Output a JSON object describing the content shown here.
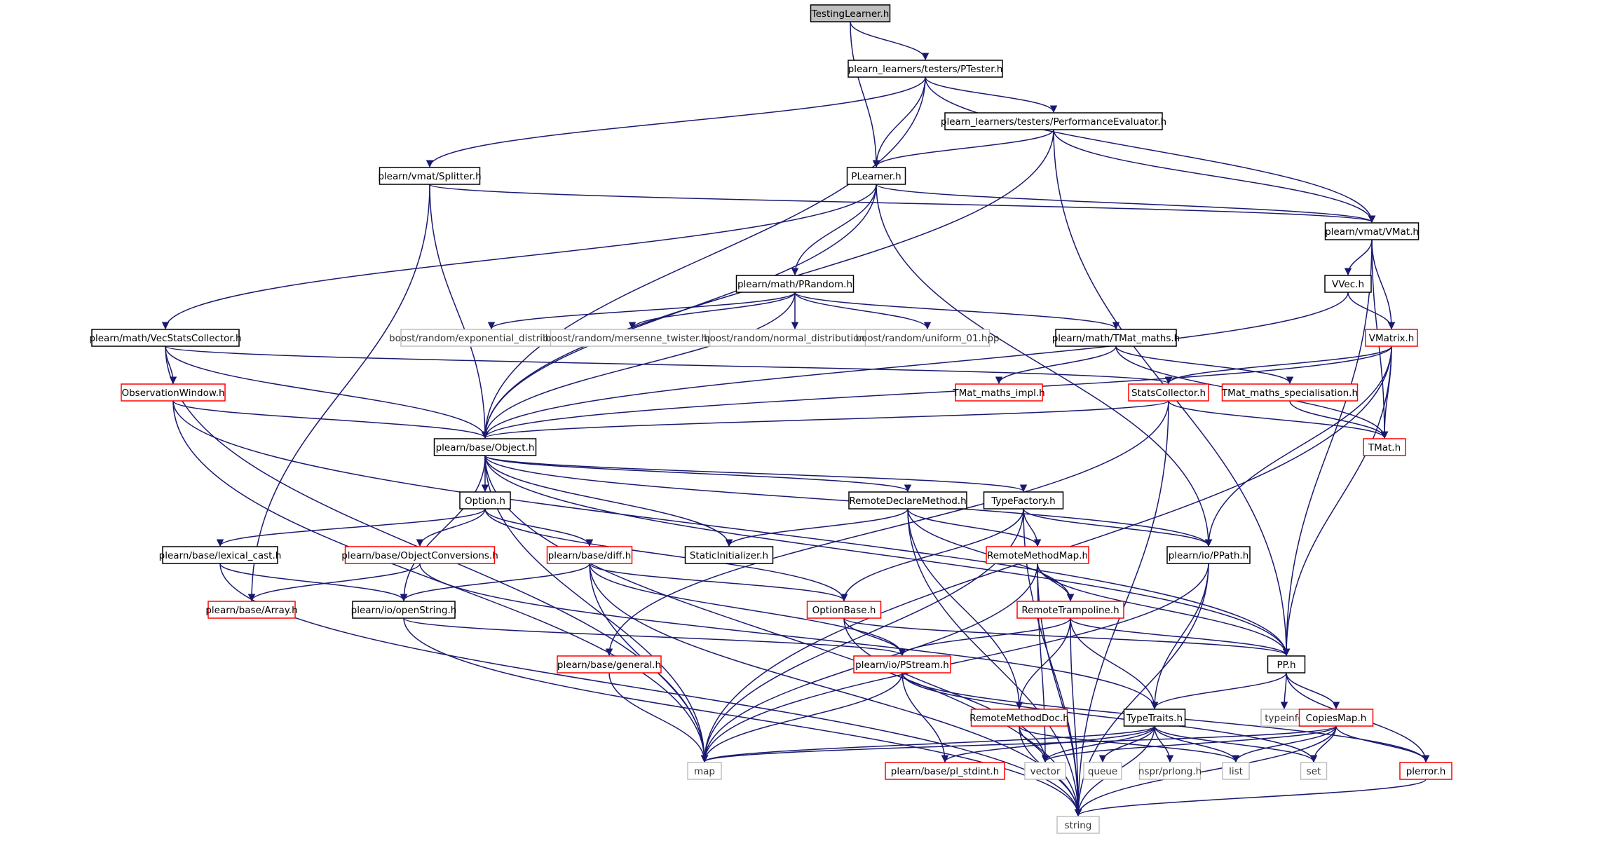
{
  "diagram": {
    "title": "TestingLearner.h",
    "colors": {
      "edge": "#191970",
      "border_normal": "#000000",
      "border_truncated": "#ff0000",
      "border_external": "#bfbfbf",
      "fill_root": "#bfbfbf",
      "fill_default": "#ffffff",
      "text_normal": "#000000",
      "text_external": "#333333"
    },
    "nodes": [
      {
        "id": "TestingLearner",
        "label": "TestingLearner.h",
        "kind": "root"
      },
      {
        "id": "PTester",
        "label": "plearn_learners/testers/PTester.h",
        "kind": "normal"
      },
      {
        "id": "PerfEval",
        "label": "plearn_learners/testers/PerformanceEvaluator.h",
        "kind": "normal"
      },
      {
        "id": "Splitter",
        "label": "plearn/vmat/Splitter.h",
        "kind": "normal"
      },
      {
        "id": "PLearner",
        "label": "PLearner.h",
        "kind": "normal"
      },
      {
        "id": "VMat",
        "label": "plearn/vmat/VMat.h",
        "kind": "normal"
      },
      {
        "id": "VVec",
        "label": "VVec.h",
        "kind": "normal"
      },
      {
        "id": "PRandom",
        "label": "plearn/math/PRandom.h",
        "kind": "normal"
      },
      {
        "id": "VecStats",
        "label": "plearn/math/VecStatsCollector.h",
        "kind": "normal"
      },
      {
        "id": "bExp",
        "label": "boost/random/exponential_distribution.hpp",
        "kind": "external"
      },
      {
        "id": "bMers",
        "label": "boost/random/mersenne_twister.hpp",
        "kind": "external"
      },
      {
        "id": "bNorm",
        "label": "boost/random/normal_distribution.hpp",
        "kind": "external"
      },
      {
        "id": "bUni",
        "label": "boost/random/uniform_01.hpp",
        "kind": "external"
      },
      {
        "id": "TMatMaths",
        "label": "plearn/math/TMat_maths.h",
        "kind": "normal"
      },
      {
        "id": "VMatrix",
        "label": "VMatrix.h",
        "kind": "truncated"
      },
      {
        "id": "ObsWin",
        "label": "ObservationWindow.h",
        "kind": "truncated"
      },
      {
        "id": "TMatImpl",
        "label": "TMat_maths_impl.h",
        "kind": "truncated"
      },
      {
        "id": "StatsColl",
        "label": "StatsCollector.h",
        "kind": "truncated"
      },
      {
        "id": "TMatSpec",
        "label": "TMat_maths_specialisation.h",
        "kind": "truncated"
      },
      {
        "id": "TMat",
        "label": "TMat.h",
        "kind": "truncated"
      },
      {
        "id": "Object",
        "label": "plearn/base/Object.h",
        "kind": "normal"
      },
      {
        "id": "Option",
        "label": "Option.h",
        "kind": "normal"
      },
      {
        "id": "RemoteDecl",
        "label": "RemoteDeclareMethod.h",
        "kind": "normal"
      },
      {
        "id": "TypeFactory",
        "label": "TypeFactory.h",
        "kind": "normal"
      },
      {
        "id": "LexCast",
        "label": "plearn/base/lexical_cast.h",
        "kind": "normal"
      },
      {
        "id": "ObjConv",
        "label": "plearn/base/ObjectConversions.h",
        "kind": "truncated"
      },
      {
        "id": "Diff",
        "label": "plearn/base/diff.h",
        "kind": "truncated"
      },
      {
        "id": "StaticInit",
        "label": "StaticInitializer.h",
        "kind": "normal"
      },
      {
        "id": "RemoteMap",
        "label": "RemoteMethodMap.h",
        "kind": "truncated"
      },
      {
        "id": "PPath",
        "label": "plearn/io/PPath.h",
        "kind": "normal"
      },
      {
        "id": "Array",
        "label": "plearn/base/Array.h",
        "kind": "truncated"
      },
      {
        "id": "OpenString",
        "label": "plearn/io/openString.h",
        "kind": "normal"
      },
      {
        "id": "OptionBase",
        "label": "OptionBase.h",
        "kind": "truncated"
      },
      {
        "id": "RemoteTramp",
        "label": "RemoteTrampoline.h",
        "kind": "truncated"
      },
      {
        "id": "General",
        "label": "plearn/base/general.h",
        "kind": "truncated"
      },
      {
        "id": "PStream",
        "label": "plearn/io/PStream.h",
        "kind": "truncated"
      },
      {
        "id": "PP",
        "label": "PP.h",
        "kind": "normal"
      },
      {
        "id": "RemoteDoc",
        "label": "RemoteMethodDoc.h",
        "kind": "truncated"
      },
      {
        "id": "TypeTraits",
        "label": "TypeTraits.h",
        "kind": "normal"
      },
      {
        "id": "typeinfo",
        "label": "typeinfo",
        "kind": "external"
      },
      {
        "id": "CopiesMap",
        "label": "CopiesMap.h",
        "kind": "truncated"
      },
      {
        "id": "map",
        "label": "map",
        "kind": "external"
      },
      {
        "id": "plStdint",
        "label": "plearn/base/pl_stdint.h",
        "kind": "truncated"
      },
      {
        "id": "vector",
        "label": "vector",
        "kind": "external"
      },
      {
        "id": "queue",
        "label": "queue",
        "kind": "external"
      },
      {
        "id": "prlong",
        "label": "nspr/prlong.h",
        "kind": "external"
      },
      {
        "id": "list",
        "label": "list",
        "kind": "external"
      },
      {
        "id": "set",
        "label": "set",
        "kind": "external"
      },
      {
        "id": "Plerror",
        "label": "plerror.h",
        "kind": "truncated"
      },
      {
        "id": "string",
        "label": "string",
        "kind": "external"
      }
    ],
    "edges": [
      [
        "TestingLearner",
        "PTester"
      ],
      [
        "TestingLearner",
        "PLearner"
      ],
      [
        "PTester",
        "PerfEval"
      ],
      [
        "PTester",
        "Splitter"
      ],
      [
        "PTester",
        "PLearner"
      ],
      [
        "PTester",
        "VMat"
      ],
      [
        "PTester",
        "Object"
      ],
      [
        "PerfEval",
        "PLearner"
      ],
      [
        "PerfEval",
        "VMat"
      ],
      [
        "PerfEval",
        "Object"
      ],
      [
        "PerfEval",
        "PP"
      ],
      [
        "Splitter",
        "VMat"
      ],
      [
        "Splitter",
        "Object"
      ],
      [
        "Splitter",
        "Array"
      ],
      [
        "PLearner",
        "VMat"
      ],
      [
        "PLearner",
        "PRandom"
      ],
      [
        "PLearner",
        "VecStats"
      ],
      [
        "PLearner",
        "Object"
      ],
      [
        "PLearner",
        "PPath"
      ],
      [
        "VMat",
        "VVec"
      ],
      [
        "VMat",
        "VMatrix"
      ],
      [
        "VMat",
        "TMat"
      ],
      [
        "VMat",
        "PP"
      ],
      [
        "VVec",
        "VMatrix"
      ],
      [
        "VVec",
        "Object"
      ],
      [
        "PRandom",
        "bExp"
      ],
      [
        "PRandom",
        "bMers"
      ],
      [
        "PRandom",
        "bNorm"
      ],
      [
        "PRandom",
        "bUni"
      ],
      [
        "PRandom",
        "TMatMaths"
      ],
      [
        "PRandom",
        "Object"
      ],
      [
        "VecStats",
        "ObsWin"
      ],
      [
        "VecStats",
        "StatsColl"
      ],
      [
        "VecStats",
        "Object"
      ],
      [
        "VecStats",
        "map"
      ],
      [
        "TMatMaths",
        "TMatImpl"
      ],
      [
        "TMatMaths",
        "TMatSpec"
      ],
      [
        "TMatMaths",
        "TMat"
      ],
      [
        "VMatrix",
        "StatsColl"
      ],
      [
        "VMatrix",
        "TMat"
      ],
      [
        "VMatrix",
        "Object"
      ],
      [
        "VMatrix",
        "PPath"
      ],
      [
        "VMatrix",
        "PP"
      ],
      [
        "VMatrix",
        "map"
      ],
      [
        "ObsWin",
        "Object"
      ],
      [
        "ObsWin",
        "PP"
      ],
      [
        "ObsWin",
        "map"
      ],
      [
        "StatsColl",
        "Object"
      ],
      [
        "StatsColl",
        "TMat"
      ],
      [
        "StatsColl",
        "General"
      ],
      [
        "StatsColl",
        "string"
      ],
      [
        "TMatSpec",
        "TMat"
      ],
      [
        "Object",
        "Option"
      ],
      [
        "Object",
        "RemoteDecl"
      ],
      [
        "Object",
        "TypeFactory"
      ],
      [
        "Object",
        "StaticInit"
      ],
      [
        "Object",
        "PPath"
      ],
      [
        "Object",
        "PP"
      ],
      [
        "Object",
        "OpenString"
      ],
      [
        "Object",
        "map"
      ],
      [
        "Object",
        "string"
      ],
      [
        "Option",
        "LexCast"
      ],
      [
        "Option",
        "ObjConv"
      ],
      [
        "Option",
        "Diff"
      ],
      [
        "Option",
        "OptionBase"
      ],
      [
        "RemoteDecl",
        "StaticInit"
      ],
      [
        "RemoteDecl",
        "RemoteMap"
      ],
      [
        "RemoteDecl",
        "RemoteTramp"
      ],
      [
        "RemoteDecl",
        "RemoteDoc"
      ],
      [
        "RemoteDecl",
        "string"
      ],
      [
        "TypeFactory",
        "RemoteMap"
      ],
      [
        "TypeFactory",
        "PPath"
      ],
      [
        "TypeFactory",
        "OptionBase"
      ],
      [
        "TypeFactory",
        "map"
      ],
      [
        "TypeFactory",
        "string"
      ],
      [
        "LexCast",
        "OpenString"
      ],
      [
        "LexCast",
        "string"
      ],
      [
        "ObjConv",
        "Array"
      ],
      [
        "ObjConv",
        "TypeTraits"
      ],
      [
        "Diff",
        "OpenString"
      ],
      [
        "Diff",
        "OptionBase"
      ],
      [
        "Diff",
        "PStream"
      ],
      [
        "Diff",
        "map"
      ],
      [
        "Diff",
        "string"
      ],
      [
        "RemoteMap",
        "RemoteTramp"
      ],
      [
        "RemoteMap",
        "PP"
      ],
      [
        "RemoteMap",
        "map"
      ],
      [
        "RemoteMap",
        "vector"
      ],
      [
        "RemoteMap",
        "string"
      ],
      [
        "PPath",
        "TypeTraits"
      ],
      [
        "PPath",
        "map"
      ],
      [
        "PPath",
        "string"
      ],
      [
        "OpenString",
        "PStream"
      ],
      [
        "OpenString",
        "string"
      ],
      [
        "OptionBase",
        "PStream"
      ],
      [
        "OptionBase",
        "PP"
      ],
      [
        "OptionBase",
        "vector"
      ],
      [
        "RemoteTramp",
        "PStream"
      ],
      [
        "RemoteTramp",
        "TypeTraits"
      ],
      [
        "RemoteTramp",
        "RemoteDoc"
      ],
      [
        "RemoteTramp",
        "PP"
      ],
      [
        "RemoteTramp",
        "string"
      ],
      [
        "General",
        "map"
      ],
      [
        "PStream",
        "plStdint"
      ],
      [
        "PStream",
        "map"
      ],
      [
        "PStream",
        "set"
      ],
      [
        "PStream",
        "Plerror"
      ],
      [
        "PP",
        "TypeTraits"
      ],
      [
        "PP",
        "typeinfo"
      ],
      [
        "PP",
        "CopiesMap"
      ],
      [
        "PP",
        "Plerror"
      ],
      [
        "RemoteDoc",
        "vector"
      ],
      [
        "RemoteDoc",
        "list"
      ],
      [
        "RemoteDoc",
        "string"
      ],
      [
        "TypeTraits",
        "map"
      ],
      [
        "TypeTraits",
        "plStdint"
      ],
      [
        "TypeTraits",
        "vector"
      ],
      [
        "TypeTraits",
        "queue"
      ],
      [
        "TypeTraits",
        "prlong"
      ],
      [
        "TypeTraits",
        "list"
      ],
      [
        "TypeTraits",
        "set"
      ],
      [
        "TypeTraits",
        "string"
      ],
      [
        "CopiesMap",
        "map"
      ],
      [
        "CopiesMap",
        "vector"
      ],
      [
        "CopiesMap",
        "list"
      ],
      [
        "CopiesMap",
        "set"
      ],
      [
        "CopiesMap",
        "Plerror"
      ],
      [
        "CopiesMap",
        "string"
      ],
      [
        "Plerror",
        "string"
      ]
    ]
  }
}
